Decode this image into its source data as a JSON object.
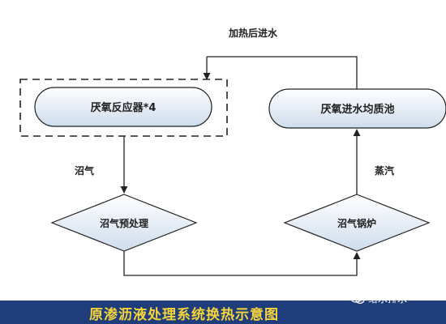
{
  "diagram": {
    "top_label": "加热后进水",
    "nodes": {
      "reactor": "厌氧反应器*4",
      "tank": "厌氧进水均质池",
      "pretreat": "沼气预处理",
      "boiler": "沼气锅炉"
    },
    "edge_labels": {
      "biogas": "沼气",
      "steam": "蒸汽"
    }
  },
  "footer": {
    "title": "原渗沥液处理系统换热示意图",
    "watermark": "给水排水",
    "watermark_icon": "wechat-icon"
  },
  "colors": {
    "banner": "#1f3d7a",
    "banner_text": "#f7d53a",
    "node_fill_top": "#ffffff",
    "node_fill_bottom": "#cfdcec",
    "line": "#222222"
  }
}
